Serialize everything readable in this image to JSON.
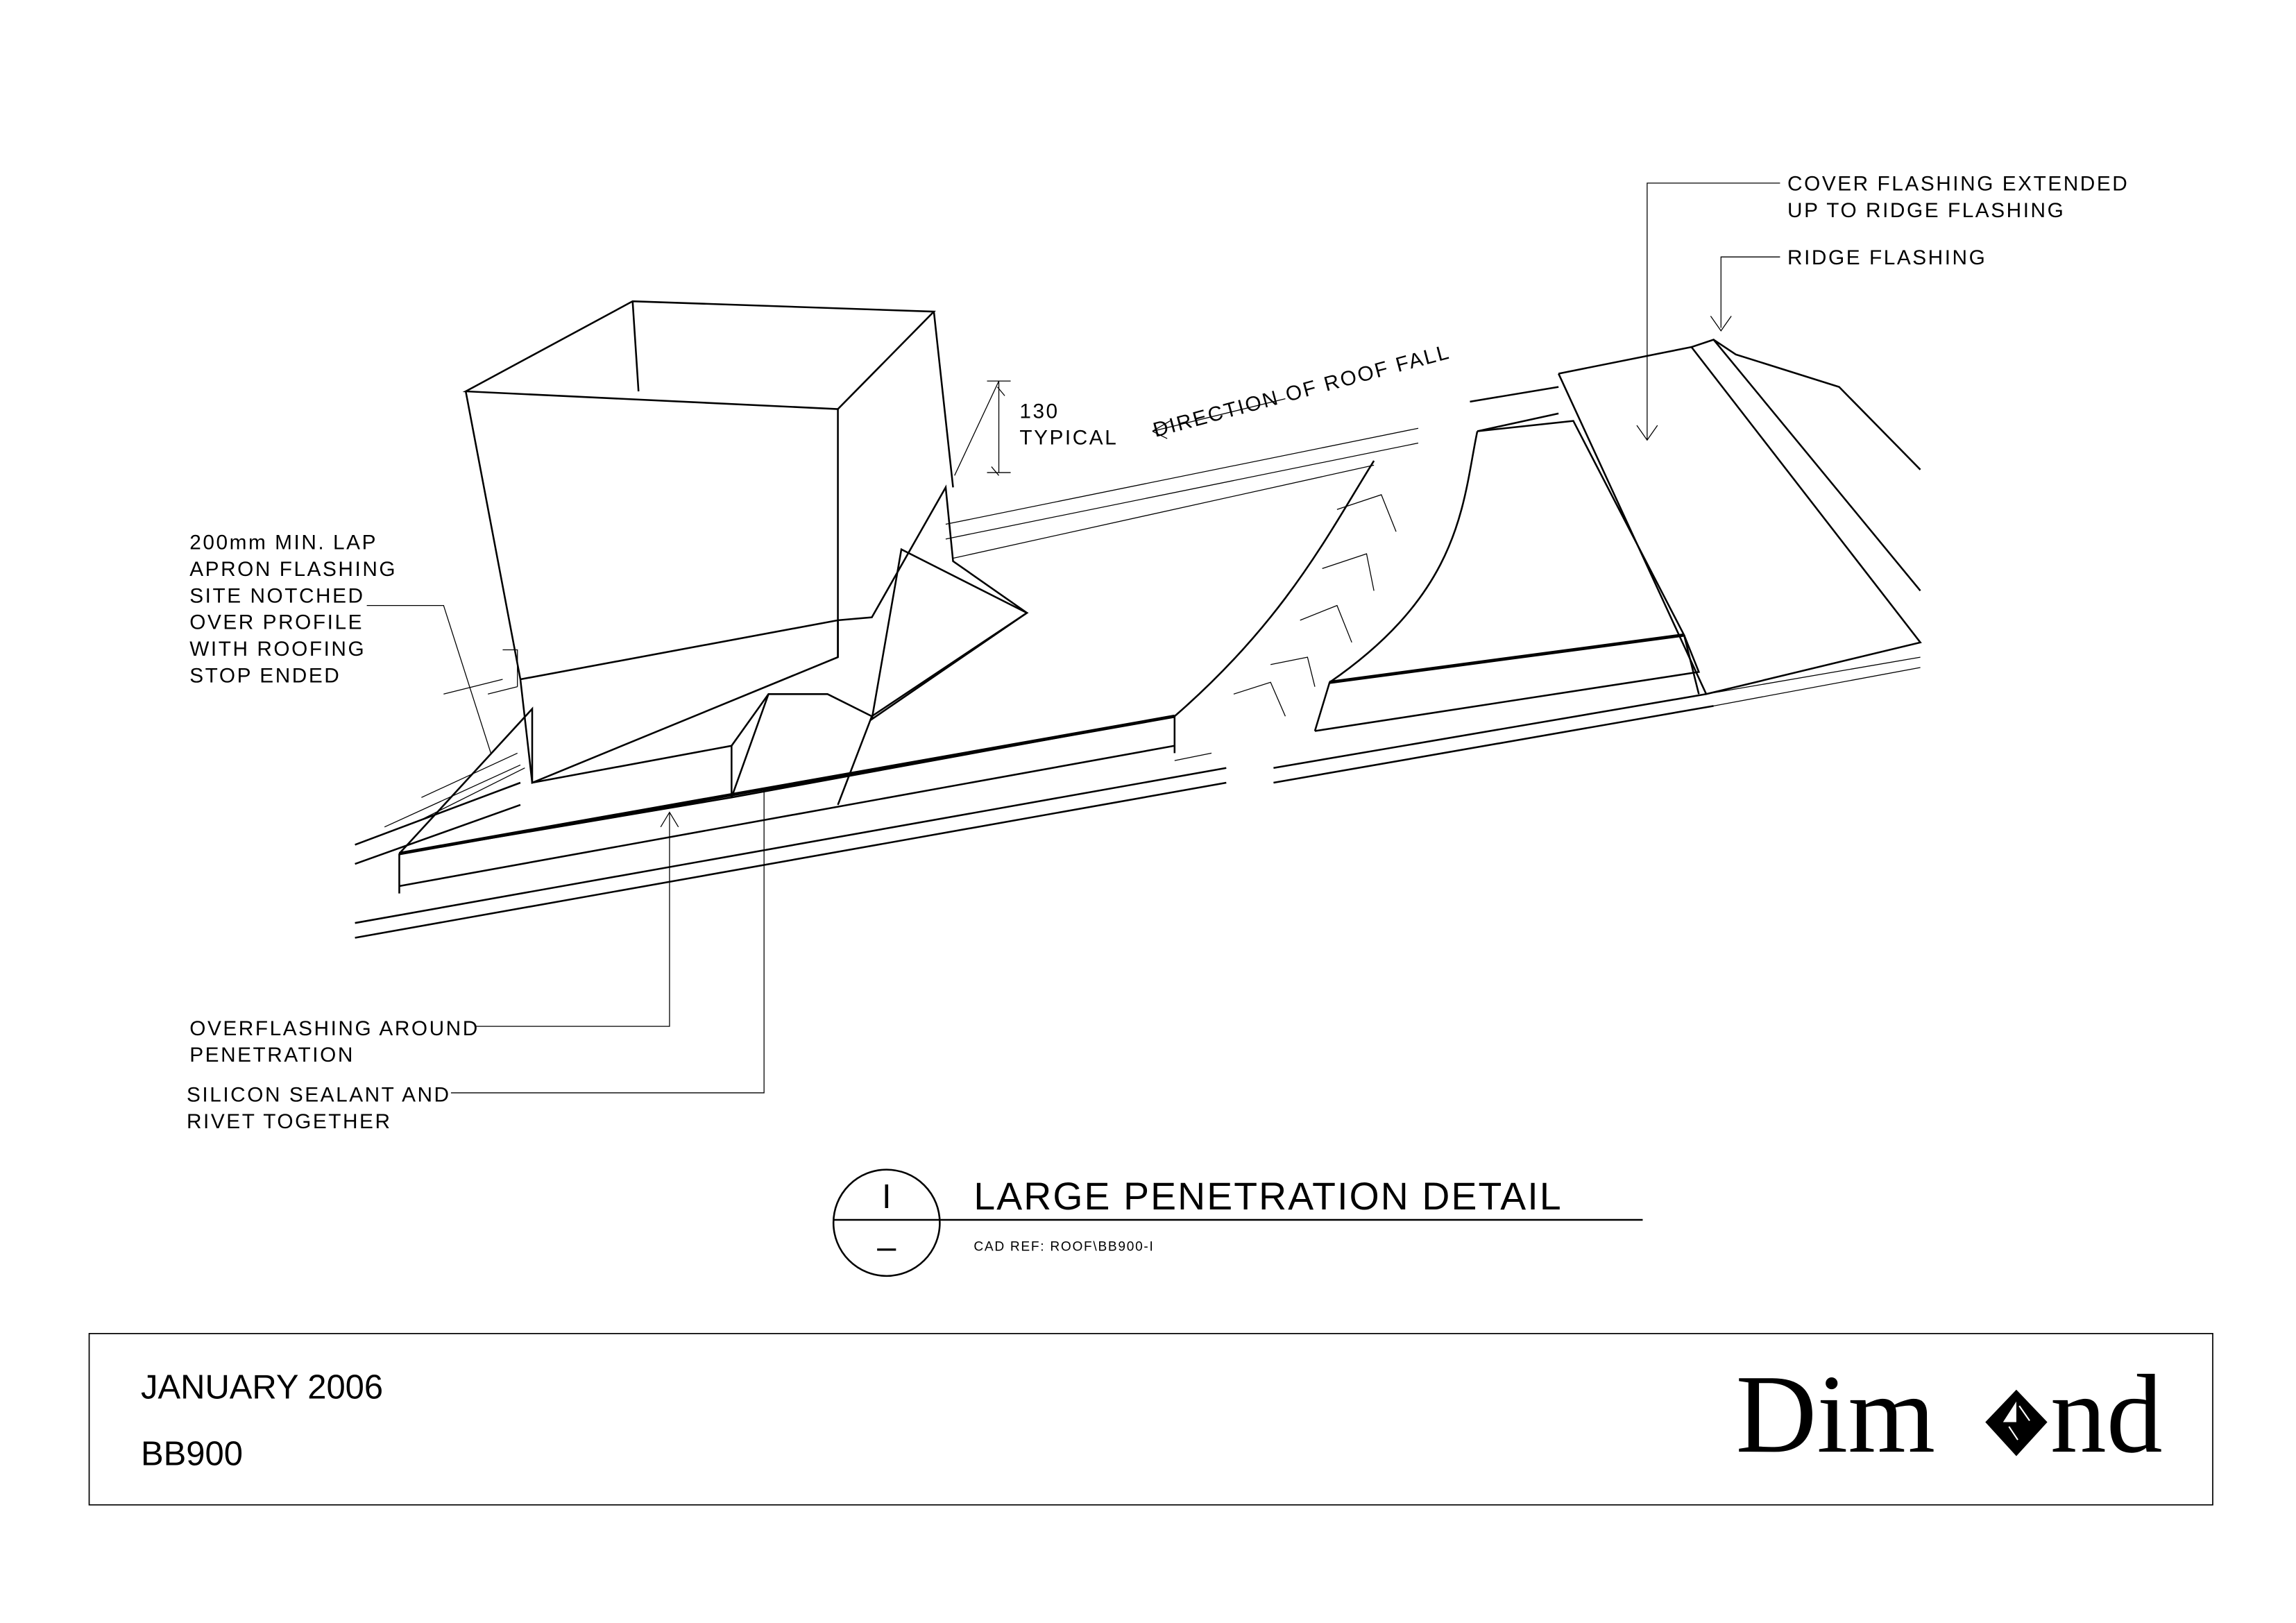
{
  "drawing": {
    "labels": {
      "lap_note": [
        "200mm MIN. LAP",
        "APRON FLASHING",
        "SITE NOTCHED",
        "OVER PROFILE",
        "WITH ROOFING",
        "STOP ENDED"
      ],
      "dimension": [
        "130",
        "TYPICAL"
      ],
      "direction": "DIRECTION OF ROOF FALL",
      "cover_flashing": [
        "COVER FLASHING EXTENDED",
        "UP TO RIDGE FLASHING"
      ],
      "ridge_flashing": "RIDGE FLASHING",
      "overflashing": [
        "OVERFLASHING AROUND",
        "PENETRATION"
      ],
      "sealant": [
        "SILICON SEALANT AND",
        "RIVET TOGETHER"
      ]
    },
    "detail_marker": {
      "number": "I",
      "sheet": "–"
    },
    "title": "LARGE PENETRATION DETAIL",
    "cad_ref": "CAD REF: ROOF\\BB900-I"
  },
  "title_block": {
    "date": "JANUARY 2006",
    "code": "BB900",
    "logo": "Dimond"
  }
}
